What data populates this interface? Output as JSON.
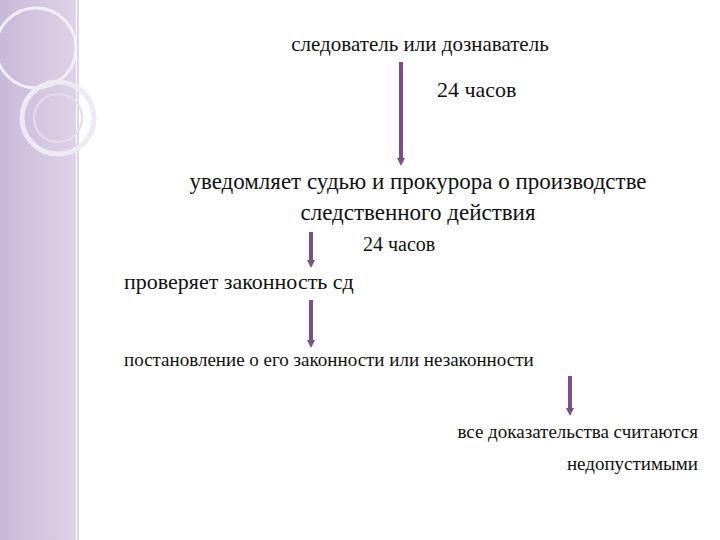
{
  "diagram": {
    "nodes": [
      {
        "text": [
          "следователь или дознаватель"
        ]
      },
      {
        "text": [
          "уведомляет судью и прокурора о производстве следственного действия"
        ]
      },
      {
        "text": [
          "проверяет законность сд"
        ]
      },
      {
        "text": [
          "постановление о его законности или незаконности"
        ]
      },
      {
        "text": [
          "все доказательства считаются недопустимыми"
        ]
      }
    ],
    "edges": [
      {
        "from": 0,
        "to": 1,
        "arrow": "to",
        "label": "24 часов"
      },
      {
        "from": 1,
        "to": 2,
        "arrow": "to",
        "label": "24 часов"
      },
      {
        "from": 2,
        "to": 3,
        "arrow": "to"
      },
      {
        "from": 3,
        "to": 4,
        "arrow": "to"
      }
    ]
  }
}
